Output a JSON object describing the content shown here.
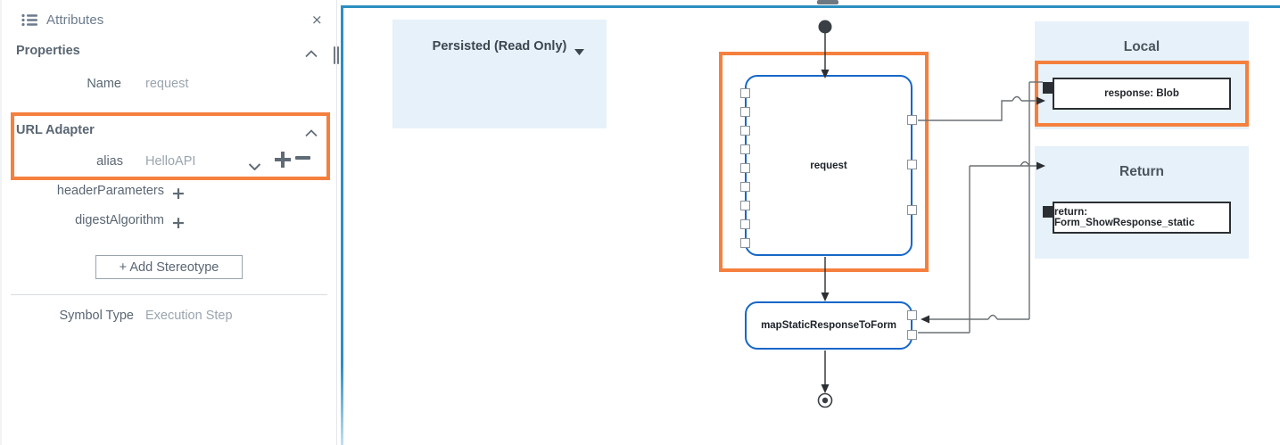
{
  "sidebar": {
    "header": {
      "icon": "list-attributes-icon",
      "title": "Attributes",
      "close": "×"
    },
    "sections": [
      {
        "title": "Properties",
        "collapse_icon": "chevron-up-icon",
        "rows": [
          {
            "label": "Name",
            "value": "request"
          }
        ]
      },
      {
        "title": "URL Adapter",
        "collapse_icon": "chevron-up-icon",
        "highlighted": true,
        "rows": [
          {
            "label": "alias",
            "value": "HelloAPI",
            "dropdown_icon": "chevron-down-icon",
            "add_icon": "plus-icon",
            "remove_icon": "minus-icon"
          }
        ]
      }
    ],
    "extra_rows": [
      {
        "label": "headerParameters",
        "add_icon": "plus-icon"
      },
      {
        "label": "digestAlgorithm",
        "add_icon": "plus-icon"
      }
    ],
    "add_stereotype_button": "+ Add Stereotype",
    "footer": {
      "label": "Symbol Type",
      "value": "Execution Step"
    },
    "splitter": "vertical-splitter-handle"
  },
  "canvas": {
    "splitter": "horizontal-splitter-handle",
    "persisted": {
      "label": "Persisted (Read Only)",
      "caret": "caret-down-icon"
    },
    "groups": [
      {
        "id": "local",
        "title": "Local",
        "highlighted": true,
        "variables": [
          {
            "name": "response: Blob"
          }
        ]
      },
      {
        "id": "return",
        "title": "Return",
        "highlighted": false,
        "variables": [
          {
            "name": "return: Form_ShowResponse_static"
          }
        ]
      }
    ],
    "nodes": [
      {
        "id": "request",
        "label": "request",
        "highlighted": true,
        "left_ports": 9,
        "right_ports": 3
      },
      {
        "id": "map",
        "label": "mapStaticResponseToForm",
        "highlighted": false,
        "left_ports": 0,
        "right_ports": 2
      }
    ],
    "markers": {
      "start": "start-node-filled-circle",
      "end": "end-node-target-circle"
    }
  },
  "colors": {
    "highlight_orange": "#f5803e",
    "node_blue": "#1667c8",
    "panel_blue": "#e7f1f9",
    "canvas_border": "#2b8fc0",
    "text_slate": "#5a6673"
  }
}
